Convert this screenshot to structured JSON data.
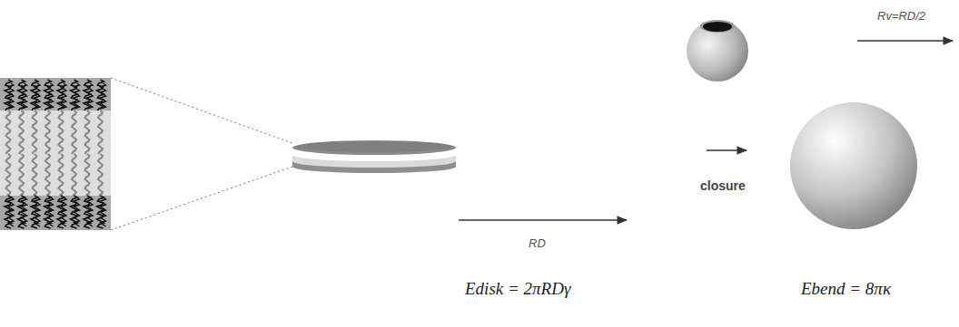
{
  "diagram": {
    "labels": [
      "RD",
      "closure",
      "Rv=RD/2",
      "Edisk = 2πRDγ",
      "Ebend = 8πκ"
    ]
  }
}
